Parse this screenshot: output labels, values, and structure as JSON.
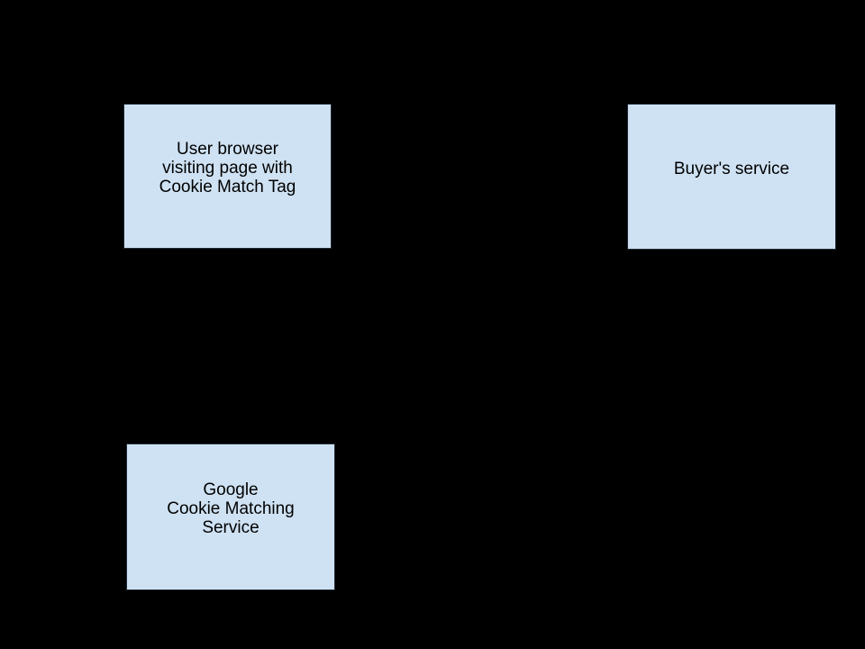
{
  "diagram": {
    "background_color": "#000000",
    "node_fill_color": "#cfe2f3",
    "node_text_color": "#000000",
    "nodes": [
      {
        "id": "user-browser",
        "label": "User browser\nvisiting page with\nCookie Match Tag"
      },
      {
        "id": "buyers-service",
        "label": "Buyer's service"
      },
      {
        "id": "google-cookie-matching-service",
        "label": "Google\nCookie Matching\nService"
      }
    ]
  }
}
